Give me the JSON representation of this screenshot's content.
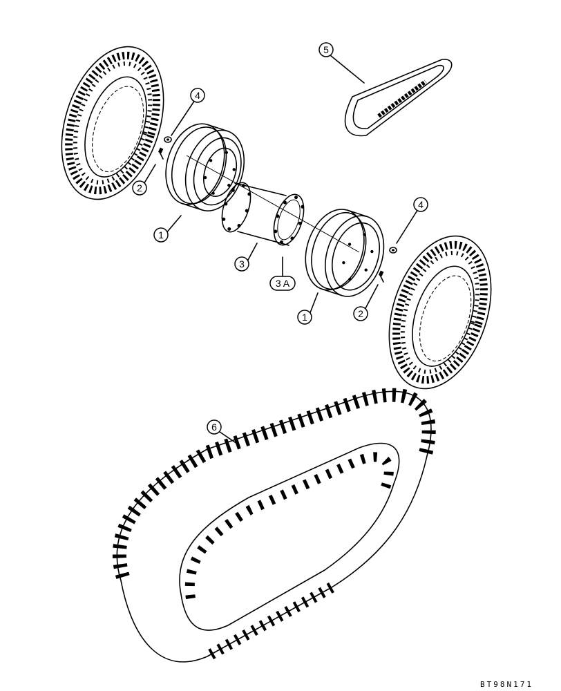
{
  "diagram": {
    "callouts": [
      {
        "id": "c1a",
        "label": "1"
      },
      {
        "id": "c1b",
        "label": "1"
      },
      {
        "id": "c2a",
        "label": "2"
      },
      {
        "id": "c2b",
        "label": "2"
      },
      {
        "id": "c3",
        "label": "3"
      },
      {
        "id": "c3a",
        "label": "3 A"
      },
      {
        "id": "c4a",
        "label": "4"
      },
      {
        "id": "c4b",
        "label": "4"
      },
      {
        "id": "c5",
        "label": "5"
      },
      {
        "id": "c6",
        "label": "6"
      }
    ],
    "drawing_code": "BT98N171"
  }
}
